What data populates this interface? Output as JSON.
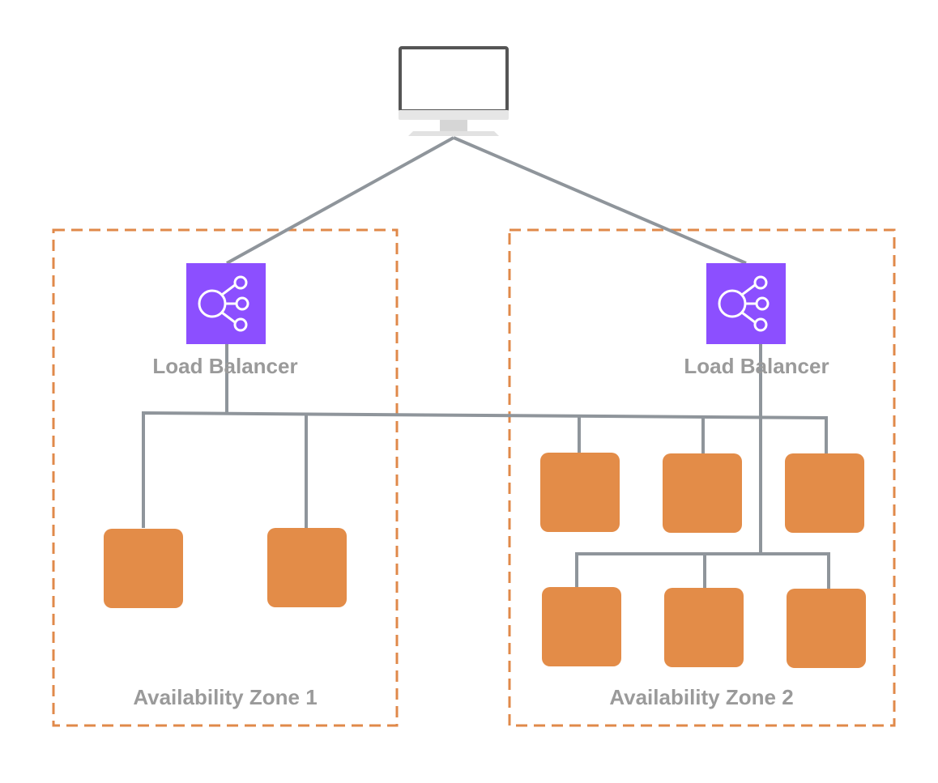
{
  "colors": {
    "connector": "#8f959b",
    "zone_border": "#e0894a",
    "instance_fill": "#e38c48",
    "load_balancer_fill": "#8c4fff",
    "load_balancer_icon": "#ffffff",
    "label_text": "#9a9a9a",
    "monitor_frame": "#555555"
  },
  "client": {
    "icon": "desktop-monitor-icon"
  },
  "zones": [
    {
      "label": "Availability Zone 1",
      "load_balancer": {
        "label": "Load Balancer",
        "icon": "elastic-load-balancing-icon"
      },
      "instance_count": 2
    },
    {
      "label": "Availability Zone 2",
      "load_balancer": {
        "label": "Load Balancer",
        "icon": "elastic-load-balancing-icon"
      },
      "instance_count": 6
    }
  ]
}
